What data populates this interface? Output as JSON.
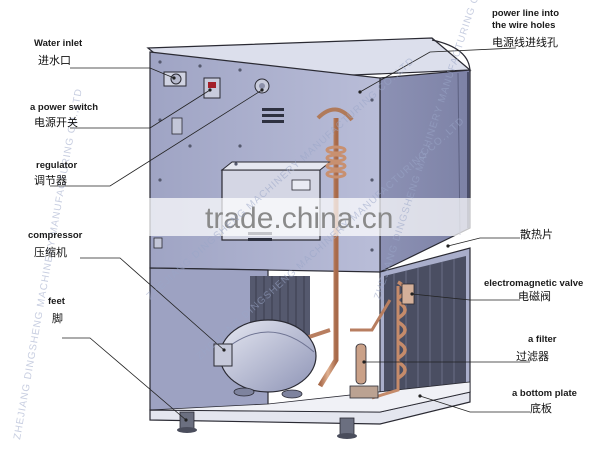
{
  "labels": {
    "water_inlet": {
      "en": "Water inlet",
      "cn": "进水口"
    },
    "power_switch": {
      "en": "a power switch",
      "cn": "电源开关"
    },
    "regulator": {
      "en": "regulator",
      "cn": "调节器"
    },
    "compressor": {
      "en": "compressor",
      "cn": "压缩机"
    },
    "feet": {
      "en": "feet",
      "cn": "脚"
    },
    "power_line": {
      "en_line1": "power line into",
      "en_line2": "the wire holes",
      "cn": "电源线进线孔"
    },
    "cut_label": {
      "cn": "散热片"
    },
    "solenoid_valve": {
      "en": "electromagnetic valve",
      "cn": "电磁阀"
    },
    "filter": {
      "en": "a filter",
      "cn": "过滤器"
    },
    "bottom_plate": {
      "en": "a bottom plate",
      "cn": "底板"
    }
  },
  "watermark": {
    "band_text": "trade.china.cn",
    "diagonal_text": "ZHEJIANG DINGSHENG MACHINERY MANUFACTURING CO.,LTD"
  },
  "colors": {
    "panel_side": "#a3a8c8",
    "panel_front": "#b7bcd6",
    "panel_top": "#dcdfec",
    "copper": "#c08a6a",
    "outline": "#2a2a33"
  }
}
